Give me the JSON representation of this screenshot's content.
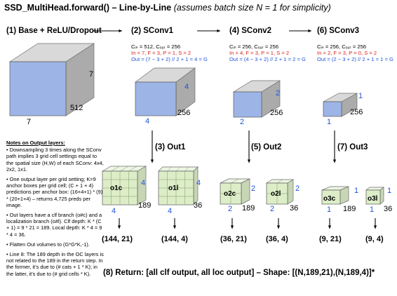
{
  "title": "SSD_MultiHead.forward() – Line-by-Line",
  "title_note": "(assumes batch size N = 1 for simplicity)",
  "stages": {
    "base": {
      "label": "(1) Base + ReLU/Dropout",
      "dim_w": "7",
      "dim_h": "7",
      "dim_d": "512"
    },
    "sconv1": {
      "label": "(2) SConv1",
      "line1": "Cᵢₙ = 512, Cₒᵤₜ = 256",
      "line2": "In = 7, F = 3, P = 1, S = 2",
      "line3": "Out = (7 − 3 + 2) // 2 + 1 = 4 = G",
      "dim_w": "4",
      "dim_h": "4",
      "dim_d": "256"
    },
    "sconv2": {
      "label": "(4) SConv2",
      "line1": "Cᵢₙ = 256, Cₒᵤₜ = 256",
      "line2": "In = 4, F = 3, P = 1, S = 2",
      "line3": "Out = (4 − 3 + 2) // 2 + 1 = 2 = G",
      "dim_w": "2",
      "dim_h": "2",
      "dim_d": "256"
    },
    "sconv3": {
      "label": "(6) SConv3",
      "line1": "Cᵢₙ = 256, Cₒᵤₜ = 256",
      "line2": "In = 2, F = 3, P = 0, S = 2",
      "line3": "Out = (2 − 3 + 2) // 2 + 1 = 1 = G",
      "dim_w": "1",
      "dim_h": "1",
      "dim_d": "256"
    }
  },
  "outs": {
    "out1": {
      "label": "(3) Out1",
      "clf_name": "o1c",
      "loc_name": "o1l",
      "clf_g": "4",
      "clf_d": "189",
      "loc_g": "4",
      "loc_d": "36",
      "clf_shape": "(144, 21)",
      "loc_shape": "(144, 4)"
    },
    "out2": {
      "label": "(5) Out2",
      "clf_name": "o2c",
      "loc_name": "o2l",
      "clf_g": "2",
      "clf_d": "189",
      "loc_g": "2",
      "loc_d": "36",
      "clf_shape": "(36, 21)",
      "loc_shape": "(36, 4)"
    },
    "out3": {
      "label": "(7) Out3",
      "clf_name": "o3c",
      "loc_name": "o3l",
      "clf_g": "1",
      "clf_d": "189",
      "loc_g": "1",
      "loc_d": "36",
      "clf_shape": "(9, 21)",
      "loc_shape": "(9, 4)"
    }
  },
  "notes": {
    "heading": "Notes on Output layers:",
    "items": [
      "• Downsampling 3 times along the SConv path implies 3 grid cell settings equal to the spatial size (H,W) of each SConv: 4x4, 2x2, 1x1.",
      "• One output layer per grid setting; K=9 anchor boxes per grid cell; (C + 1 + 4) predictions per anchor box: (16+4+1) * (9) * (20+1+4) – returns 4,725 preds per image.",
      "• Out layers have a clf branch (o#c) and a localization branch (o#l). Clf depth: K * (C + 1) = 9 * 21 = 189. Local depth: K * 4 = 9 * 4 = 36.",
      "• Flatten Out volumes to (G*G*K,-1).",
      "• Line 8: The 189 depth in the OC layers is not related to the 189 in the return step. In the former, it’s due to (# cats + 1 * K); in the latter, it’s due to (# grid cells * K)."
    ]
  },
  "return_text": "(8) Return: [all clf output, all loc output] – Shape: [(N,189,21),(N,189,4)]*",
  "colors": {
    "front": "#9db4e6",
    "top": "#d9d9d9",
    "side": "#ababab",
    "grid_front": "#dcedc8",
    "grid_top": "#eef5e4",
    "grid_side": "#c7d6b4",
    "red": "#e0211b",
    "blue": "#1f55d6"
  }
}
